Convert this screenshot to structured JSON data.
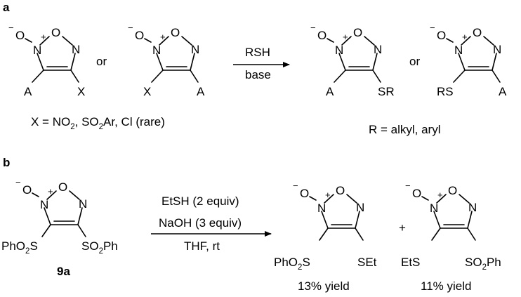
{
  "panel_a": {
    "label": "a",
    "reactant_1": {
      "ring": {
        "n_oxide": "N",
        "o": "O",
        "n": "N"
      },
      "sub_left": "A",
      "sub_right": "X"
    },
    "or_1": "or",
    "reactant_2": {
      "ring": {
        "n_oxide": "N",
        "o": "O",
        "n": "N"
      },
      "sub_left": "X",
      "sub_right": "A"
    },
    "reagent_above": "RSH",
    "reagent_below": "base",
    "product_1": {
      "ring": {
        "n_oxide": "N",
        "o": "O",
        "n": "N"
      },
      "sub_left": "A",
      "sub_right": "SR"
    },
    "or_2": "or",
    "product_2": {
      "ring": {
        "n_oxide": "N",
        "o": "O",
        "n": "N"
      },
      "sub_left": "RS",
      "sub_right": "A"
    },
    "x_definition": {
      "prefix": "X = NO",
      "sub1": "2",
      "mid": ", SO",
      "sub2": "2",
      "suffix": "Ar, Cl (rare)"
    },
    "r_definition": "R = alkyl, aryl"
  },
  "panel_b": {
    "label": "b",
    "reactant": {
      "ring": {
        "n_oxide": "N",
        "o": "O",
        "n": "N"
      },
      "sub_left": {
        "main": "PhO",
        "sub": "2",
        "end": "S"
      },
      "sub_right": {
        "main": "SO",
        "sub": "2",
        "end": "Ph"
      },
      "compound_label": "9a"
    },
    "conditions": [
      "EtSH (2 equiv)",
      "NaOH (3 equiv)",
      "THF, rt"
    ],
    "product_1": {
      "ring": {
        "n_oxide": "N",
        "o": "O",
        "n": "N"
      },
      "sub_left": {
        "main": "PhO",
        "sub": "2",
        "end": "S"
      },
      "sub_right": "SEt",
      "yield": "13% yield"
    },
    "plus": "+",
    "product_2": {
      "ring": {
        "n_oxide": "N",
        "o": "O",
        "n": "N"
      },
      "sub_left": "EtS",
      "sub_right": {
        "main": "SO",
        "sub": "2",
        "end": "Ph"
      },
      "yield": "11% yield"
    }
  },
  "charges": {
    "minus": "−",
    "plus": "+",
    "oxide_o": "O"
  }
}
